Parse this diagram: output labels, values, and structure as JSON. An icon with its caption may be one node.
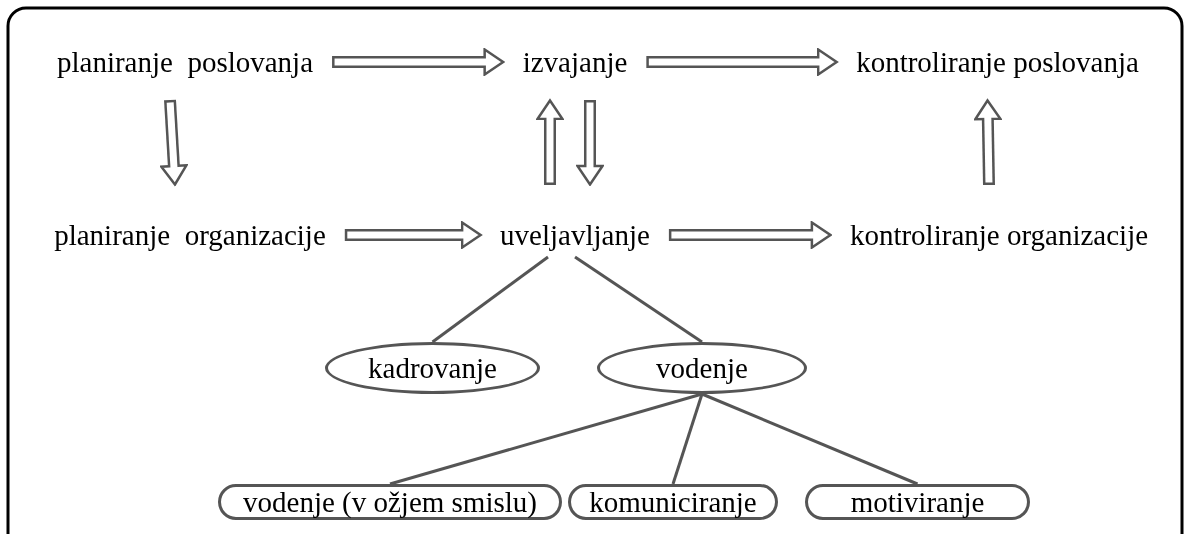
{
  "diagram": {
    "nodes": [
      {
        "text": [
          "planiranje  poslovanja"
        ]
      },
      {
        "text": [
          "izvajanje"
        ]
      },
      {
        "text": [
          "kontroliranje poslovanja"
        ]
      },
      {
        "text": [
          "planiranje  organizacije"
        ]
      },
      {
        "text": [
          "uveljavljanje"
        ]
      },
      {
        "text": [
          "kontroliranje organizacije"
        ]
      },
      {
        "text": [
          "kadrovanje"
        ]
      },
      {
        "text": [
          "vodenje"
        ]
      },
      {
        "text": [
          "vodenje (v ožjem smislu)"
        ]
      },
      {
        "text": [
          "komuniciranje"
        ]
      },
      {
        "text": [
          "motiviranje"
        ]
      }
    ],
    "edges": [
      {
        "from": 0,
        "to": 1,
        "arrow": "to"
      },
      {
        "from": 1,
        "to": 2,
        "arrow": "to"
      },
      {
        "from": 0,
        "to": 3,
        "arrow": "to"
      },
      {
        "from": 4,
        "to": 1,
        "arrow": "to"
      },
      {
        "from": 1,
        "to": 4,
        "arrow": "to"
      },
      {
        "from": 5,
        "to": 2,
        "arrow": "to"
      },
      {
        "from": 3,
        "to": 4,
        "arrow": "to"
      },
      {
        "from": 4,
        "to": 5,
        "arrow": "to"
      },
      {
        "from": 4,
        "to": 6,
        "arrow": "none"
      },
      {
        "from": 4,
        "to": 7,
        "arrow": "none"
      },
      {
        "from": 7,
        "to": 8,
        "arrow": "none"
      },
      {
        "from": 7,
        "to": 9,
        "arrow": "none"
      },
      {
        "from": 7,
        "to": 10,
        "arrow": "none"
      }
    ]
  }
}
